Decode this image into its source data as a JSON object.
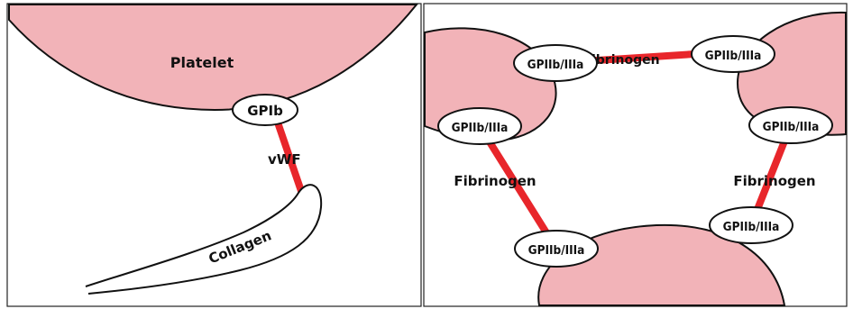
{
  "colors": {
    "platelet_fill": "#f2b3b8",
    "bond": "#e8262b",
    "outline": "#111111",
    "background": "#ffffff"
  },
  "left_panel": {
    "platelet_label": "Platelet",
    "receptor_label": "GPIb",
    "ligand_label": "vWF",
    "collagen_label": "Collagen"
  },
  "right_panel": {
    "receptor_label": "GPIIb/IIIa",
    "bridge_label": "Fibrinogen"
  }
}
